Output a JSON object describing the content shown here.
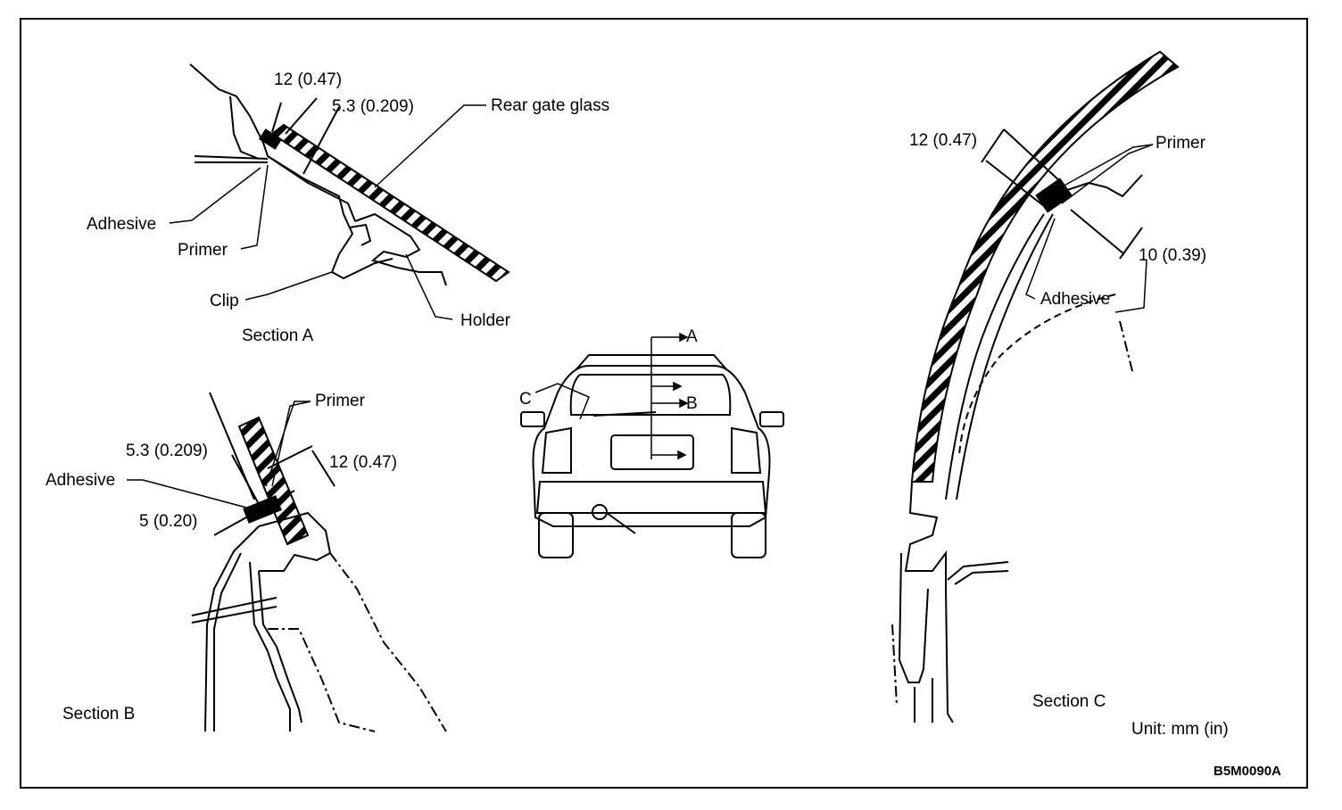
{
  "colors": {
    "ink": "#000000",
    "paper": "#ffffff"
  },
  "section_a": {
    "title": "Section A",
    "dim_width": "12 (0.47)",
    "dim_thickness": "5.3 (0.209)",
    "label_glass": "Rear gate glass",
    "label_adhesive": "Adhesive",
    "label_primer": "Primer",
    "label_clip": "Clip",
    "label_holder": "Holder"
  },
  "section_b": {
    "title": "Section B",
    "label_primer": "Primer",
    "dim_thickness": "5.3 (0.209)",
    "dim_width": "12 (0.47)",
    "label_adhesive": "Adhesive",
    "dim_gap": "5 (0.20)"
  },
  "section_c": {
    "title": "Section C",
    "dim_width": "12 (0.47)",
    "label_primer": "Primer",
    "dim_height": "10 (0.39)",
    "label_adhesive": "Adhesive"
  },
  "vehicle": {
    "marker_a": "A",
    "marker_b": "B",
    "marker_c": "C"
  },
  "unit_note": "Unit: mm (in)",
  "figure_code": "B5M0090A"
}
